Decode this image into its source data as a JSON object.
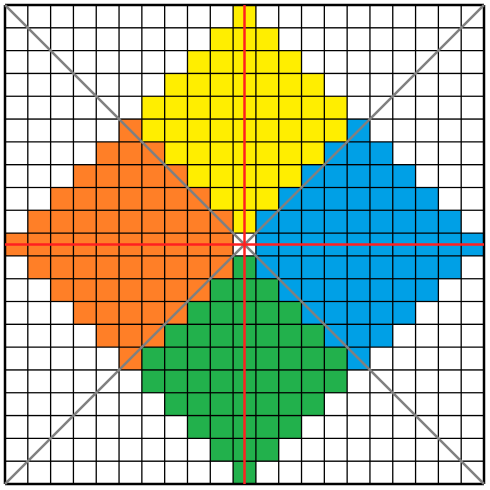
{
  "grid": {
    "cells": 21,
    "line_color": "#000000",
    "background_color": "#ffffff",
    "border_color": "#000000"
  },
  "colors": {
    "top": "#ffee00",
    "right": "#00a0e6",
    "bottom": "#22b14c",
    "left": "#ff7f27",
    "diagonal": "#808080",
    "axis": "#ff2020"
  },
  "regions": {
    "top": {
      "color_key": "top",
      "rows": [
        [
          0,
          10,
          10
        ],
        [
          1,
          9,
          11
        ],
        [
          2,
          8,
          12
        ],
        [
          3,
          7,
          13
        ],
        [
          4,
          6,
          14
        ],
        [
          5,
          5,
          15
        ],
        [
          6,
          6,
          14
        ],
        [
          7,
          7,
          13
        ],
        [
          8,
          8,
          12
        ],
        [
          9,
          9,
          11
        ]
      ]
    },
    "left": {
      "color_key": "left",
      "cols": [
        [
          0,
          10,
          10
        ],
        [
          1,
          9,
          11
        ],
        [
          2,
          8,
          12
        ],
        [
          3,
          7,
          13
        ],
        [
          4,
          6,
          14
        ],
        [
          5,
          5,
          15
        ],
        [
          6,
          6,
          14
        ],
        [
          7,
          7,
          13
        ],
        [
          8,
          8,
          12
        ],
        [
          9,
          9,
          11
        ]
      ]
    },
    "right": {
      "color_key": "right",
      "cols": [
        [
          11,
          9,
          11
        ],
        [
          12,
          8,
          12
        ],
        [
          13,
          7,
          13
        ],
        [
          14,
          6,
          14
        ],
        [
          15,
          5,
          15
        ],
        [
          16,
          6,
          14
        ],
        [
          17,
          7,
          13
        ],
        [
          18,
          8,
          12
        ],
        [
          19,
          9,
          11
        ],
        [
          20,
          10,
          10
        ]
      ]
    },
    "bottom": {
      "color_key": "bottom",
      "rows": [
        [
          11,
          9,
          11
        ],
        [
          12,
          8,
          12
        ],
        [
          13,
          7,
          13
        ],
        [
          14,
          6,
          14
        ],
        [
          15,
          5,
          15
        ],
        [
          16,
          6,
          14
        ],
        [
          17,
          7,
          13
        ],
        [
          18,
          8,
          12
        ],
        [
          19,
          9,
          11
        ],
        [
          20,
          10,
          10
        ]
      ]
    }
  }
}
